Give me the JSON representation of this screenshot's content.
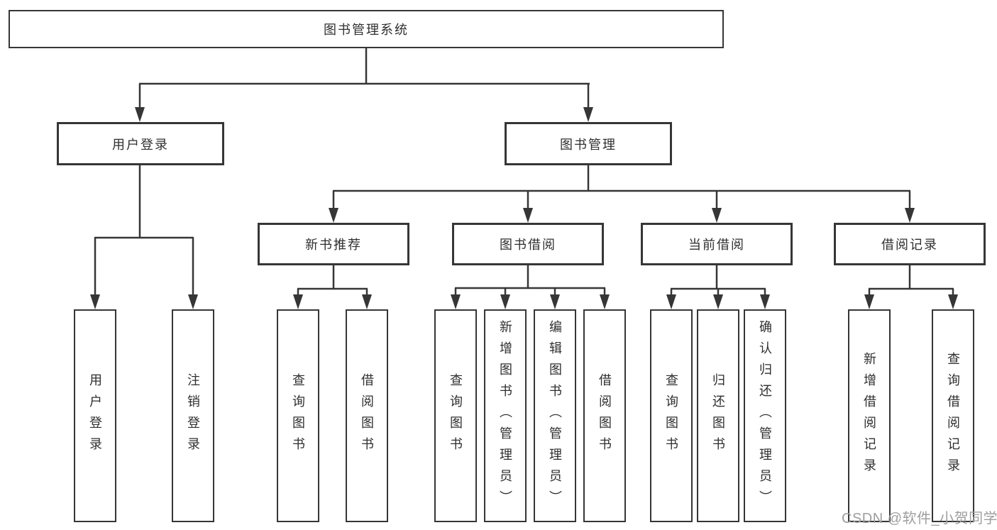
{
  "diagram": {
    "colors": {
      "line": "#363636",
      "box_border": "#363636",
      "box_background": "#ffffff",
      "text": "#2f2f2f",
      "watermark": "#9e9e9e"
    }
  },
  "tree": {
    "label": "图书管理系统",
    "children": [
      {
        "label": "用户登录",
        "children": [
          {
            "label": "用户登录"
          },
          {
            "label": "注销登录"
          }
        ]
      },
      {
        "label": "图书管理",
        "children": [
          {
            "label": "新书推荐",
            "children": [
              {
                "label": "查询图书"
              },
              {
                "label": "借阅图书"
              }
            ]
          },
          {
            "label": "图书借阅",
            "children": [
              {
                "label": "查询图书"
              },
              {
                "label": "新增图书（管理员）"
              },
              {
                "label": "编辑图书（管理员）"
              },
              {
                "label": "借阅图书"
              }
            ]
          },
          {
            "label": "当前借阅",
            "children": [
              {
                "label": "查询图书"
              },
              {
                "label": "归还图书"
              },
              {
                "label": "确认归还（管理员）"
              }
            ]
          },
          {
            "label": "借阅记录",
            "children": [
              {
                "label": "新增借阅记录"
              },
              {
                "label": "查询借阅记录"
              }
            ]
          }
        ]
      }
    ]
  },
  "watermark": {
    "text": "CSDN @软件_小贺同学"
  }
}
